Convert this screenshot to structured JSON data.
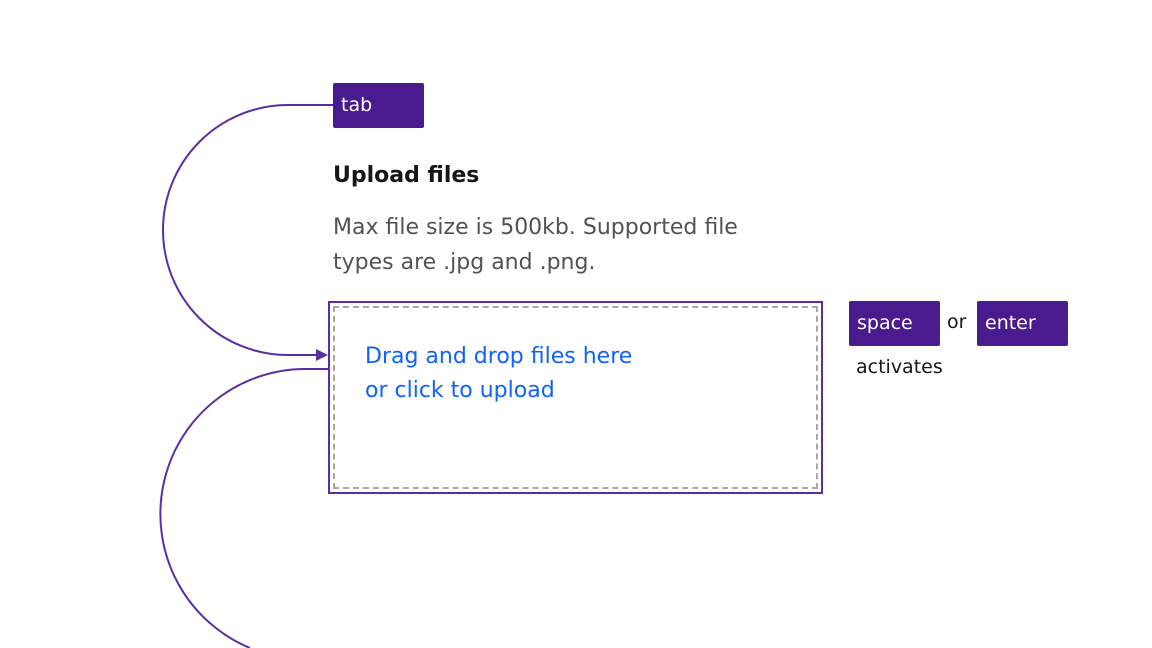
{
  "diagram": {
    "tab_key": "tab",
    "space_key": "space",
    "enter_key": "enter",
    "or_text": "or",
    "activates_text": "activates",
    "colors": {
      "key_background": "#4a1a8f",
      "connector": "#5b2ea6",
      "focus_outline": "#5b2ea6",
      "link_text": "#0f62fe"
    }
  },
  "uploader": {
    "title": "Upload files",
    "description": "Max file size is 500kb. Supported file types are .jpg and .png.",
    "dropzone_line1": "Drag and drop files here",
    "dropzone_line2": "or click to upload"
  }
}
